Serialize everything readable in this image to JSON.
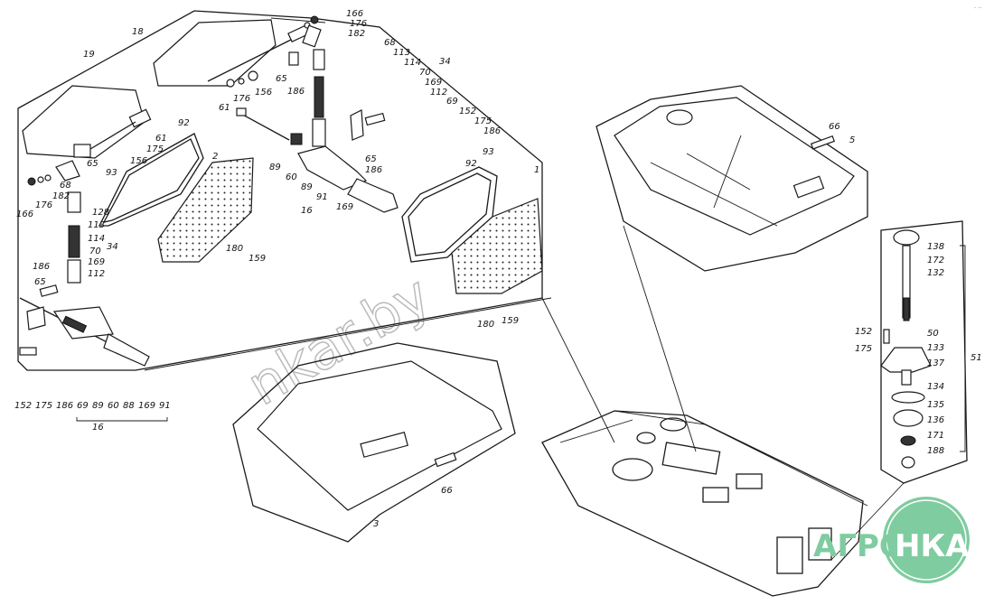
{
  "diagram": {
    "corner_note": "- --",
    "watermark": "nkar.by",
    "logo": {
      "left": "АГРО",
      "right": "НКА",
      "color": "#7fcca0"
    },
    "top_group_labels": [
      "18",
      "19",
      "166",
      "176",
      "182",
      "68",
      "34",
      "113",
      "114",
      "70",
      "169",
      "112",
      "69",
      "152",
      "175",
      "186",
      "65",
      "186",
      "61",
      "176",
      "156",
      "89",
      "60",
      "89",
      "65",
      "186",
      "91",
      "169",
      "16"
    ],
    "left_group_labels": [
      "92",
      "61",
      "175",
      "156",
      "93",
      "65",
      "166",
      "176",
      "182",
      "68",
      "128",
      "113",
      "114",
      "70",
      "169",
      "112",
      "34",
      "186",
      "65",
      "152",
      "175",
      "186",
      "69",
      "89",
      "60",
      "88",
      "169",
      "91",
      "16"
    ],
    "panel_labels": [
      "2",
      "180",
      "159",
      "93",
      "92",
      "1",
      "180",
      "159",
      "3",
      "66",
      "66",
      "5"
    ],
    "right_group_labels": [
      "138",
      "172",
      "132",
      "152",
      "175",
      "50",
      "133",
      "137",
      "134",
      "135",
      "136",
      "171",
      "188",
      "51"
    ]
  }
}
